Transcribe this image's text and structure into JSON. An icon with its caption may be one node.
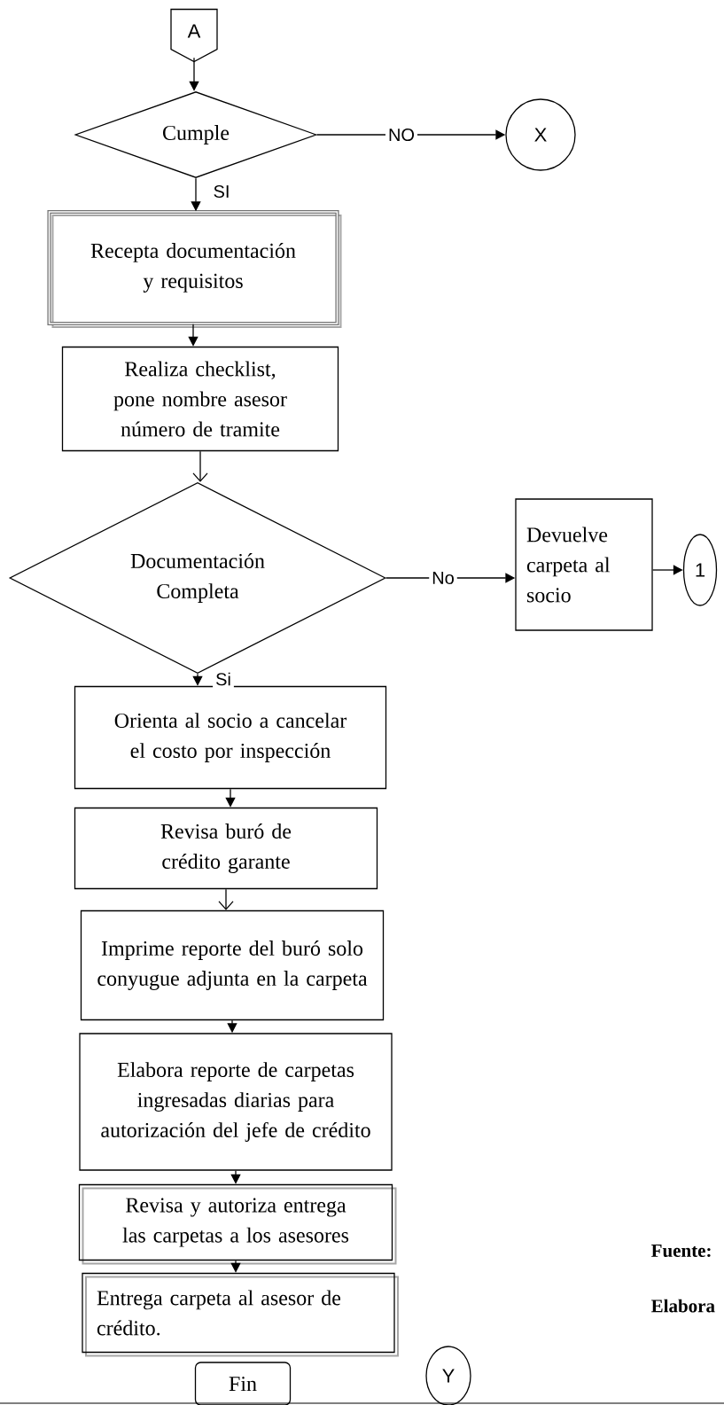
{
  "diagram": {
    "nodes": [
      {
        "text": [
          "A"
        ]
      },
      {
        "text": [
          "Cumple"
        ]
      },
      {
        "text": [
          "X"
        ]
      },
      {
        "text": [
          "Recepta documentación y requisitos"
        ]
      },
      {
        "text": [
          "Realiza checklist, pone nombre asesor número de tramite"
        ]
      },
      {
        "text": [
          "Documentación Completa"
        ]
      },
      {
        "text": [
          "Devuelve carpeta al socio"
        ]
      },
      {
        "text": [
          "1"
        ]
      },
      {
        "text": [
          "Orienta al socio a cancelar el costo por inspección"
        ]
      },
      {
        "text": [
          "Revisa buró de crédito garante"
        ]
      },
      {
        "text": [
          "Imprime reporte del buró solo conyugue adjunta en la carpeta"
        ]
      },
      {
        "text": [
          "Elabora reporte de carpetas ingresadas diarias para autorización del jefe de crédito"
        ]
      },
      {
        "text": [
          "Revisa y autoriza entrega las carpetas a los asesores"
        ]
      },
      {
        "text": [
          "Entrega carpeta al asesor de crédito."
        ]
      },
      {
        "text": [
          "Fin"
        ]
      },
      {
        "text": [
          "Y"
        ]
      }
    ],
    "edges": [
      {
        "from": 0,
        "to": 1,
        "arrow": "to"
      },
      {
        "from": 1,
        "to": 2,
        "arrow": "to",
        "label": "NO"
      },
      {
        "from": 1,
        "to": 3,
        "arrow": "to",
        "label": "SI"
      },
      {
        "from": 3,
        "to": 4,
        "arrow": "to"
      },
      {
        "from": 4,
        "to": 5,
        "arrow": "to"
      },
      {
        "from": 5,
        "to": 6,
        "arrow": "to",
        "label": "No"
      },
      {
        "from": 6,
        "to": 7,
        "arrow": "to"
      },
      {
        "from": 5,
        "to": 8,
        "arrow": "to",
        "label": "Si"
      },
      {
        "from": 8,
        "to": 9,
        "arrow": "to"
      },
      {
        "from": 9,
        "to": 10,
        "arrow": "to"
      },
      {
        "from": 10,
        "to": 11,
        "arrow": "to"
      },
      {
        "from": 11,
        "to": 12,
        "arrow": "to"
      },
      {
        "from": 12,
        "to": 13,
        "arrow": "to"
      }
    ],
    "labels": [
      "Fuente:",
      "Elabora"
    ]
  }
}
